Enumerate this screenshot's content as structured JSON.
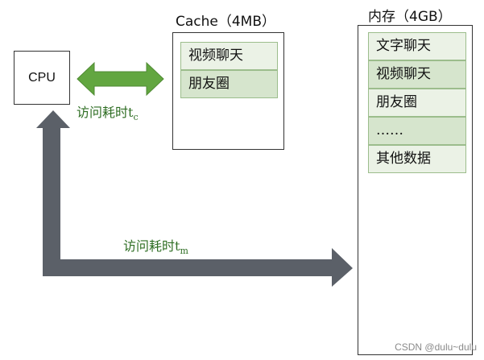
{
  "cpu": {
    "label": "CPU"
  },
  "cache": {
    "title": "Cache（4MB）",
    "items": [
      "视频聊天",
      "朋友圈"
    ]
  },
  "memory": {
    "title": "内存（4GB）",
    "items": [
      "文字聊天",
      "视频聊天",
      "朋友圈",
      "……",
      "其他数据"
    ]
  },
  "access_cache": {
    "label": "访问耗时t",
    "subscript": "c"
  },
  "access_memory": {
    "label": "访问耗时t",
    "subscript": "m"
  },
  "watermark": "CSDN @dulu~dulu",
  "colors": {
    "green_arrow": "#62a640",
    "gray_arrow": "#5b6068",
    "cell_light": "#ebf2e6",
    "cell_dark": "#d6e5cd",
    "label_green": "#2f6e24"
  }
}
